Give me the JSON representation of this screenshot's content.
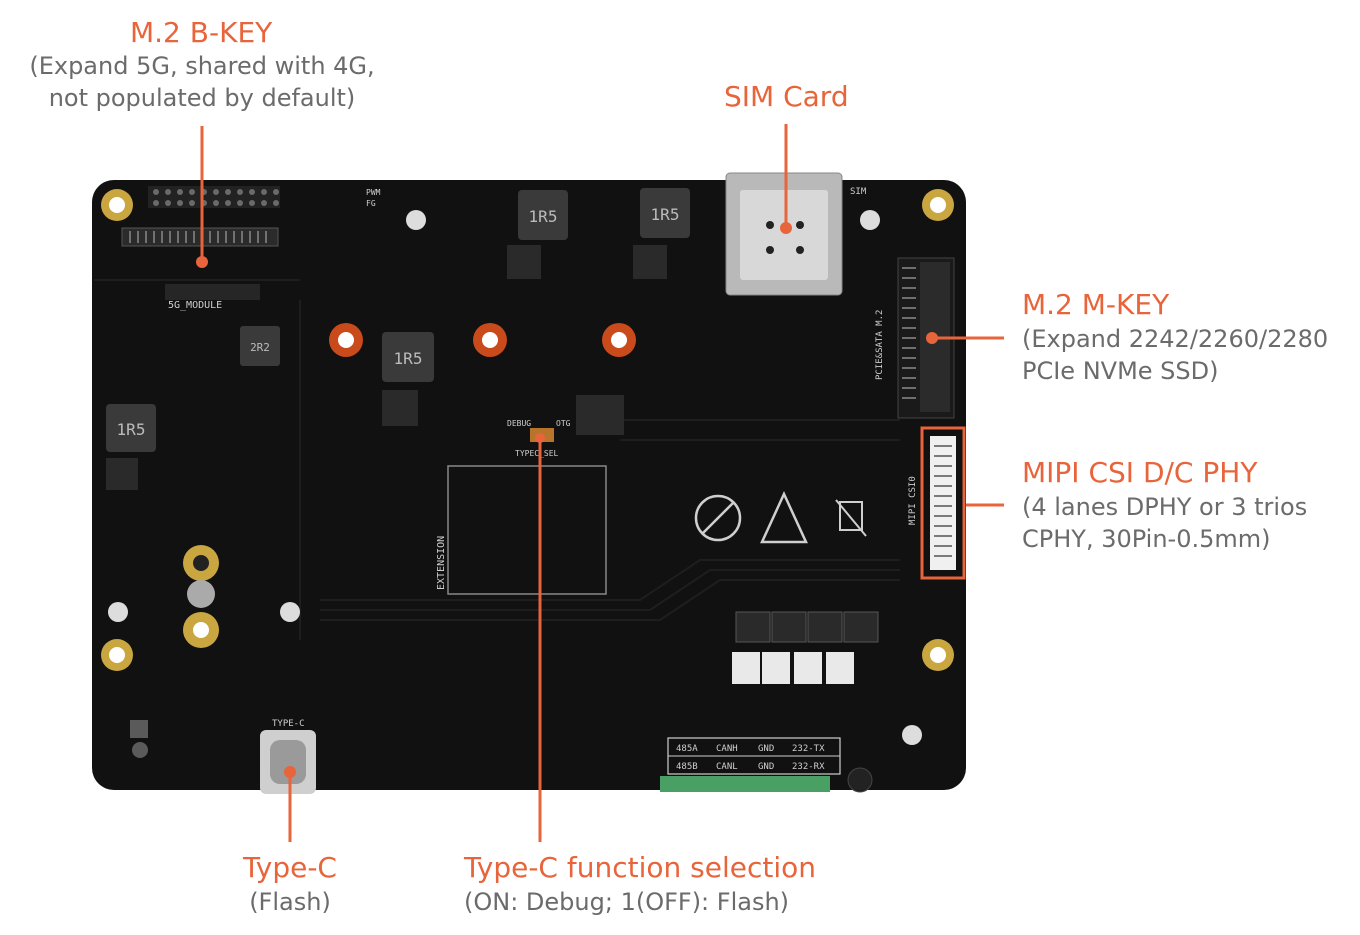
{
  "annotations": {
    "m2_bkey": {
      "title": "M.2 B-KEY",
      "line1": "(Expand 5G, shared with 4G,",
      "line2": "not populated by default)"
    },
    "sim": {
      "title": "SIM Card"
    },
    "m2_mkey": {
      "title": "M.2 M-KEY",
      "line1": "(Expand 2242/2260/2280",
      "line2": "PCIe NVMe SSD)"
    },
    "mipi": {
      "title": "MIPI CSI D/C PHY",
      "line1": "(4 lanes DPHY or 3 trios",
      "line2": "CPHY, 30Pin-0.5mm)"
    },
    "typec": {
      "title": "Type-C",
      "line1": "(Flash)"
    },
    "typec_sel": {
      "title": "Type-C function selection",
      "line1": "(ON: Debug; 1(OFF): Flash)"
    }
  },
  "board_silk": {
    "module": "5G_MODULE",
    "pwm": "PWM",
    "fg": "FG",
    "sim": "SIM",
    "gnd": "GND",
    "tx": "TX",
    "rx": "RX",
    "pcie": "PCIE&SATA M.2",
    "mipi": "MIPI CSI0",
    "debug": "DEBUG",
    "otg": "OTG",
    "typec_sel": "TYPEC_SEL",
    "ext": "EXTENSION",
    "type_c": "TYPE-C",
    "ind1": "1R5",
    "ind2": "2R2",
    "term_row1": [
      "485A",
      "CANH",
      "GND",
      "232-TX"
    ],
    "term_row2": [
      "485B",
      "CANL",
      "GND",
      "232-RX"
    ]
  },
  "colors": {
    "accent": "#e8643a",
    "subtext": "#6b6b6b",
    "board": "#111111"
  }
}
